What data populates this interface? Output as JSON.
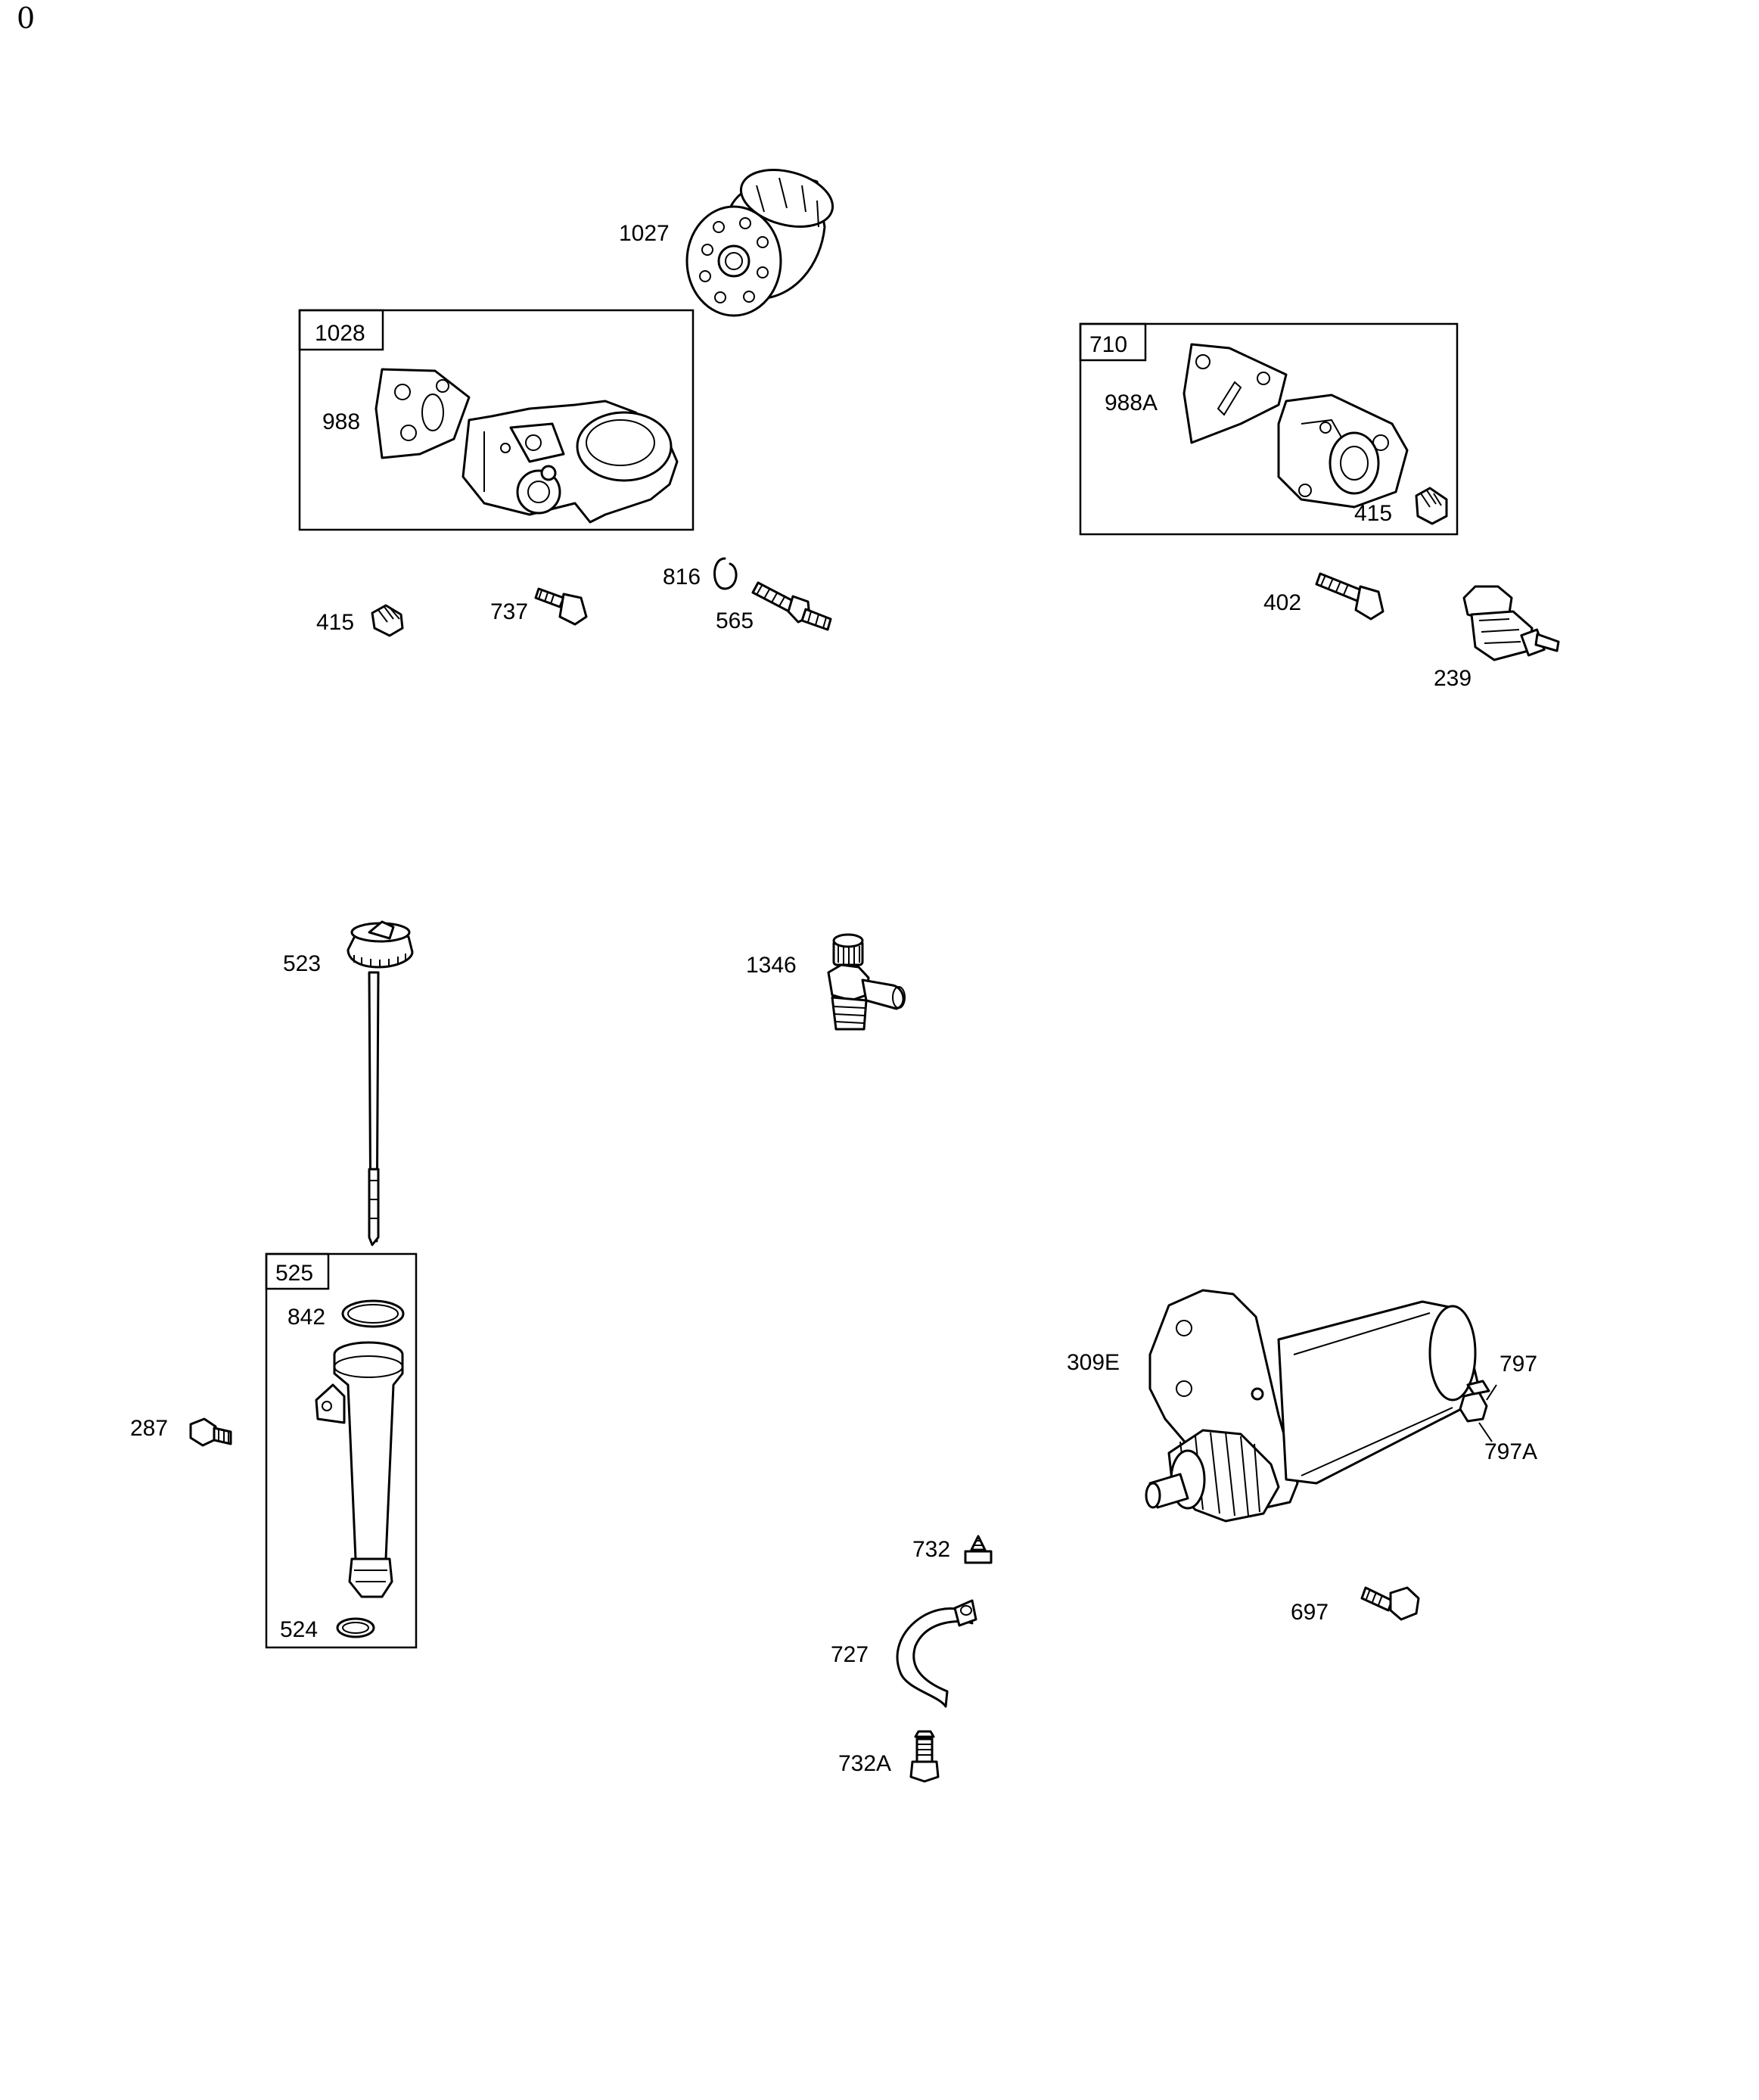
{
  "page_number": "0",
  "groups": [
    {
      "id": "1028",
      "label": "1028"
    },
    {
      "id": "710",
      "label": "710"
    },
    {
      "id": "525",
      "label": "525"
    }
  ],
  "callouts": [
    {
      "id": "c1027",
      "text": "1027"
    },
    {
      "id": "c988",
      "text": "988"
    },
    {
      "id": "c988a",
      "text": "988A"
    },
    {
      "id": "c415b",
      "text": "415"
    },
    {
      "id": "c415a",
      "text": "415"
    },
    {
      "id": "c737",
      "text": "737"
    },
    {
      "id": "c816",
      "text": "816"
    },
    {
      "id": "c565",
      "text": "565"
    },
    {
      "id": "c402",
      "text": "402"
    },
    {
      "id": "c239",
      "text": "239"
    },
    {
      "id": "c523",
      "text": "523"
    },
    {
      "id": "c1346",
      "text": "1346"
    },
    {
      "id": "c842",
      "text": "842"
    },
    {
      "id": "c287",
      "text": "287"
    },
    {
      "id": "c524",
      "text": "524"
    },
    {
      "id": "c309e",
      "text": "309E"
    },
    {
      "id": "c797",
      "text": "797"
    },
    {
      "id": "c797a",
      "text": "797A"
    },
    {
      "id": "c732",
      "text": "732"
    },
    {
      "id": "c727",
      "text": "727"
    },
    {
      "id": "c732a",
      "text": "732A"
    },
    {
      "id": "c697",
      "text": "697"
    }
  ],
  "icons": [
    "oil-filter-icon",
    "oil-filter-adapter-icon",
    "gasket-icon",
    "pipe-plug-icon",
    "screw-icon",
    "lockwasher-icon",
    "stud-icon",
    "adapter-icon",
    "pressure-switch-icon",
    "dipstick-icon",
    "dipstick-tube-icon",
    "o-ring-icon",
    "drain-valve-icon",
    "starter-motor-icon",
    "clamp-icon",
    "bolt-icon"
  ]
}
